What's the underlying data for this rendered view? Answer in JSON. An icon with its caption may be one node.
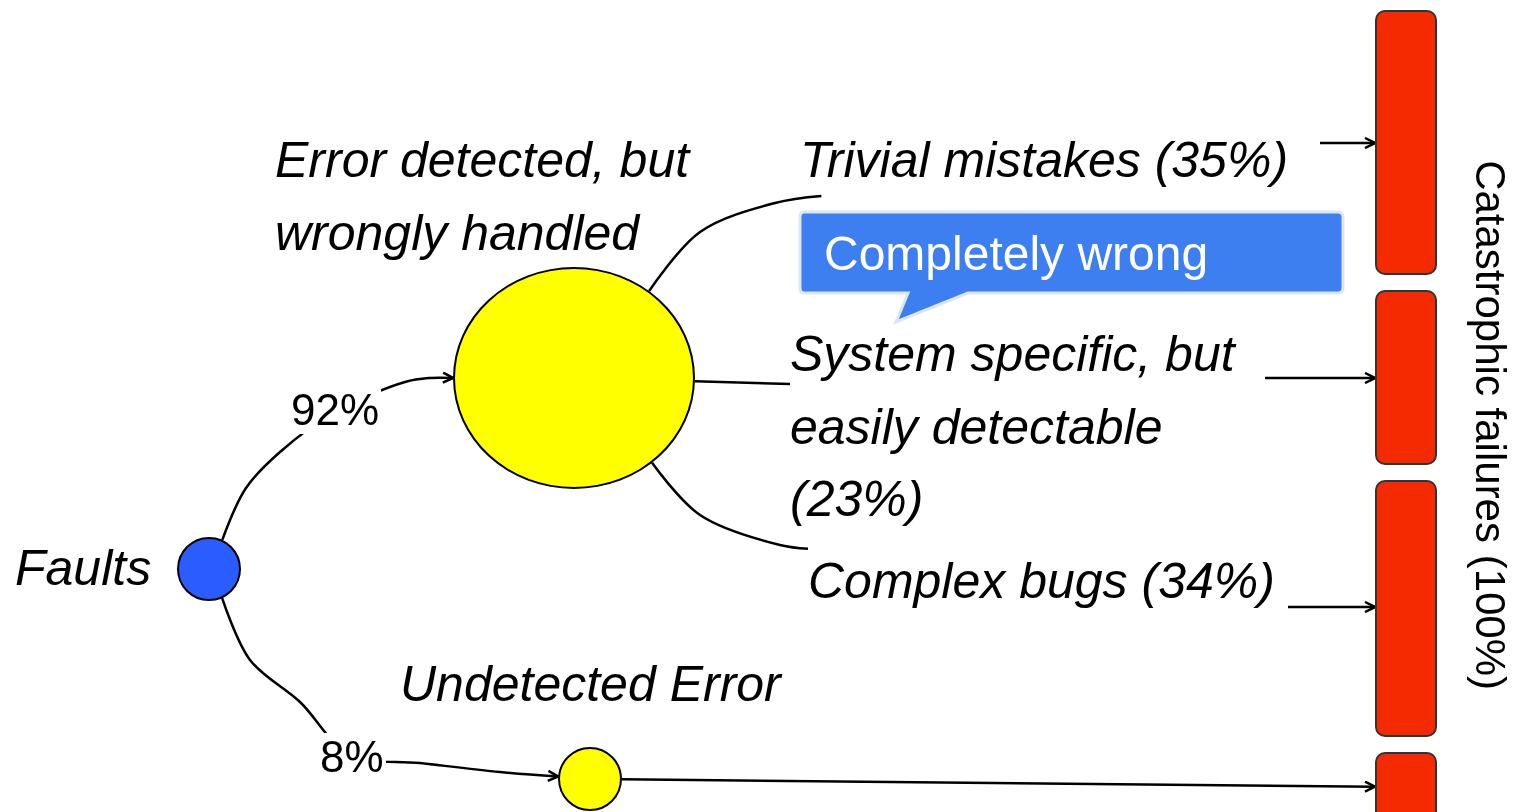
{
  "diagram": {
    "nodes": [
      {
        "text": [],
        "shape": "circle",
        "beside": [
          "Faults"
        ]
      },
      {
        "text": [],
        "shape": "circle",
        "beside": [
          "Error detected, but wrongly handled"
        ]
      },
      {
        "text": [],
        "shape": "circle",
        "beside": [
          "Undetected Error"
        ]
      },
      {
        "text": [
          "Trivial mistakes (35%)"
        ]
      },
      {
        "text": [
          "System specific, but easily detectable (23%)"
        ]
      },
      {
        "text": [
          "Complex bugs (34%)"
        ]
      },
      {
        "text": [],
        "shape": "bar"
      },
      {
        "text": [],
        "shape": "bar"
      },
      {
        "text": [],
        "shape": "bar"
      },
      {
        "text": [],
        "shape": "bar"
      },
      {
        "text": [
          "Completely wrong"
        ]
      }
    ],
    "edges": [
      {
        "from": 0,
        "to": 1,
        "arrow": "to",
        "label": "92%"
      },
      {
        "from": 0,
        "to": 2,
        "arrow": "to",
        "label": "8%"
      },
      {
        "from": 1,
        "to": 3,
        "arrow": "none"
      },
      {
        "from": 1,
        "to": 4,
        "arrow": "none"
      },
      {
        "from": 1,
        "to": 5,
        "arrow": "none"
      },
      {
        "from": 3,
        "to": 6,
        "arrow": "to"
      },
      {
        "from": 4,
        "to": 7,
        "arrow": "to"
      },
      {
        "from": 5,
        "to": 8,
        "arrow": "to"
      },
      {
        "from": 2,
        "to": 9,
        "arrow": "to"
      }
    ],
    "labels": [
      "Catastrophic failures (100%)"
    ]
  }
}
